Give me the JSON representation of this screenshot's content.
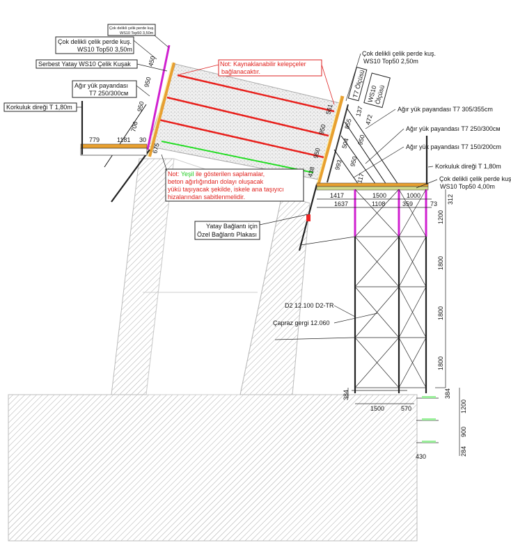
{
  "labels": {
    "form_small_1": "Çok delikli çelik perde kuş.",
    "form_small_2": "WS10 Top50 3,50m",
    "form_left_1": "Çok delikli çelik perde kuş.",
    "form_left_2": "WS10 Top50 3,50m",
    "waler": "Serbest Yatay WS10 Çelik Kuşak",
    "brace_left_1": "Ağır yük payandası",
    "brace_left_2": "T7 250/300cм",
    "rail_left": "Korkuluk direği T 1,80m",
    "form_right_1": "Çok delikli çelik perde kuş.",
    "form_right_2": "WS10 Top50 2,50m",
    "t7_scale": "T7 Ölçüsü",
    "ws10_scale_1": "WS10",
    "ws10_scale_2": "Ölçüsü",
    "brace_r1": "Ağır yük payandası T7 305/355cm",
    "brace_r2": "Ağır yük payandası T7 250/300cм",
    "brace_r3": "Ağır yük payandası T7 150/200cm",
    "rail_right": "Korkuluk direği T 1,80m",
    "form_bottom_1": "Çok delikli çelik perde kuş.",
    "form_bottom_2": "WS10 Top50 4,00m",
    "plate_1": "Yatay Bağlantı için",
    "plate_2": "Özel Bağlantı Plakası",
    "frame": "D2 12.100 D2-TR",
    "bracing": "Çapraz gergi 12.060"
  },
  "notes": {
    "clamps_1": "Not: Kaynaklanabilir kelepçeler",
    "clamps_2": "bağlanacaktır.",
    "green_prefix": "Not:",
    "green_word": "Yeşil",
    "green_rest_1": "ile gösterilen saplamalar,",
    "green_2": "beton ağırlığından dolayı oluşacak",
    "green_3": "yükü taşıyacak şekilde, iskele ana taşıyıcı",
    "green_4": "hizalarından  sabitlenmelidir."
  },
  "dimensions": {
    "left": [
      "450",
      "950",
      "950",
      "706",
      "779",
      "1181",
      "30",
      "675"
    ],
    "right_form": [
      "561",
      "950",
      "950",
      "438",
      "137",
      "472",
      "855",
      "950",
      "504",
      "993",
      "950",
      "117"
    ],
    "deck_row1": [
      "1417",
      "1500",
      "1000"
    ],
    "deck_row2": [
      "1637",
      "1108",
      "359",
      "73"
    ],
    "deck_height": "312",
    "tower_heights": [
      "1200",
      "1800",
      "1800",
      "1800"
    ],
    "tower_bottom": [
      "384",
      "1500",
      "570"
    ],
    "right_heights": [
      "384",
      "1200",
      "900",
      "284"
    ],
    "base_offset": "430"
  },
  "colors": {
    "concrete_red_lines": "#e8201c",
    "anchor_green": "#22dd22",
    "formwork_magenta": "#d020d0",
    "timber": "#e8a030",
    "hatch": "#9a9a9a"
  }
}
